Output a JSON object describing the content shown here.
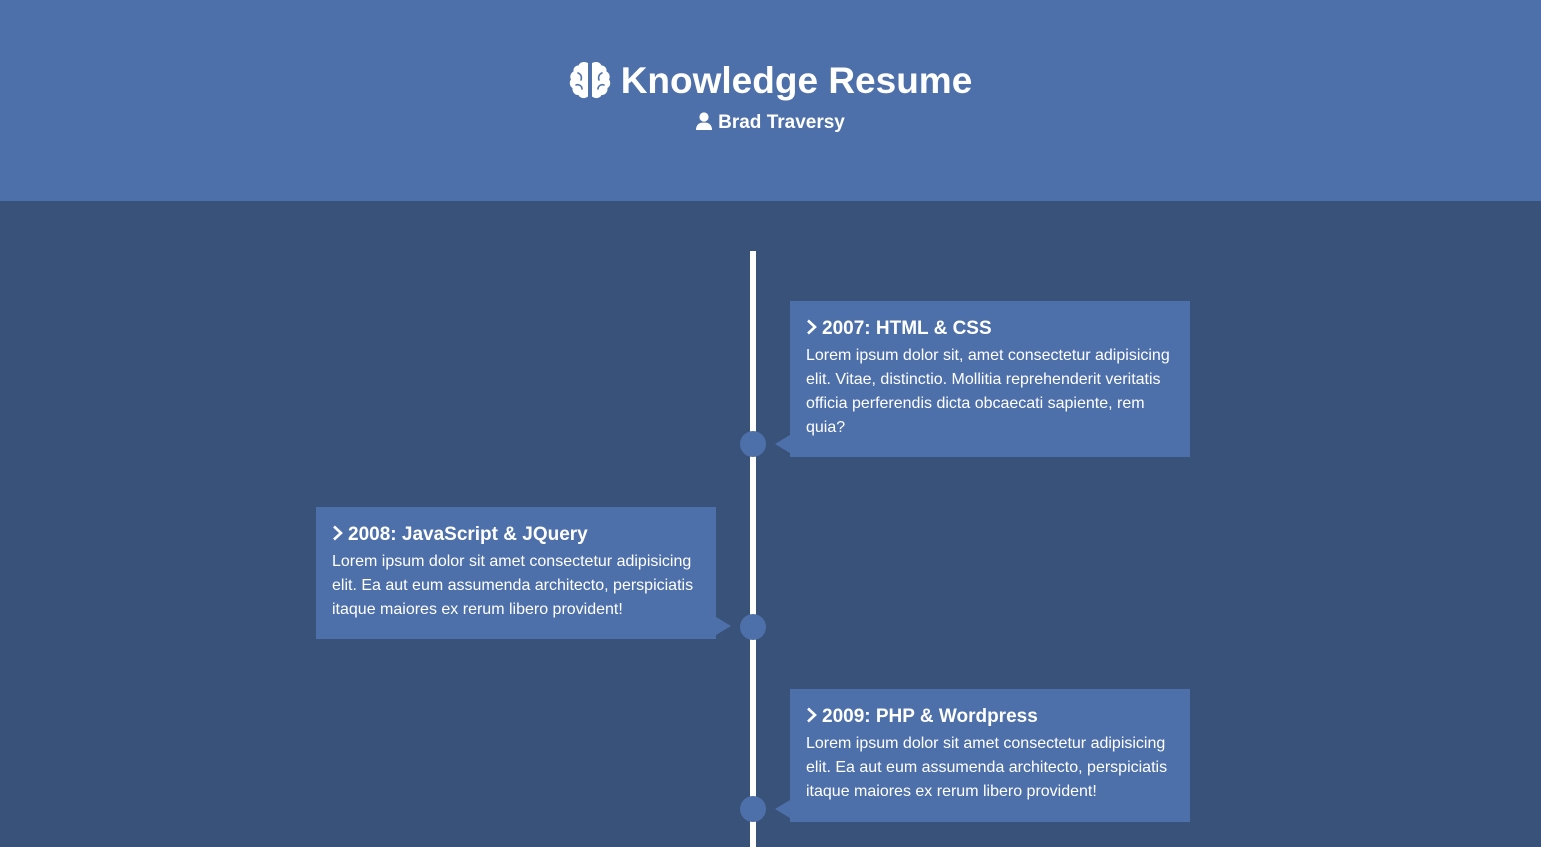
{
  "header": {
    "title": "Knowledge Resume",
    "title_icon": "brain-icon",
    "author": "Brad Traversy",
    "author_icon": "user-icon"
  },
  "colors": {
    "header_bg": "#4e70aa",
    "page_bg": "#38527a",
    "card_bg": "#4e70aa",
    "line": "#ffffff",
    "text": "#ffffff"
  },
  "timeline": [
    {
      "title": "2007: HTML & CSS",
      "icon": "chevron-right-icon",
      "text": "Lorem ipsum dolor sit, amet consectetur adipisicing elit. Vitae, distinctio. Mollitia reprehenderit veritatis officia perferendis dicta obcaecati sapiente, rem quia?",
      "side": "right"
    },
    {
      "title": "2008: JavaScript & JQuery",
      "icon": "chevron-right-icon",
      "text": "Lorem ipsum dolor sit amet consectetur adipisicing elit. Ea aut eum assumenda architecto, perspiciatis itaque maiores ex rerum libero provident!",
      "side": "left"
    },
    {
      "title": "2009: PHP & Wordpress",
      "icon": "chevron-right-icon",
      "text": "Lorem ipsum dolor sit amet consectetur adipisicing elit. Ea aut eum assumenda architecto, perspiciatis itaque maiores ex rerum libero provident!",
      "side": "right"
    }
  ]
}
